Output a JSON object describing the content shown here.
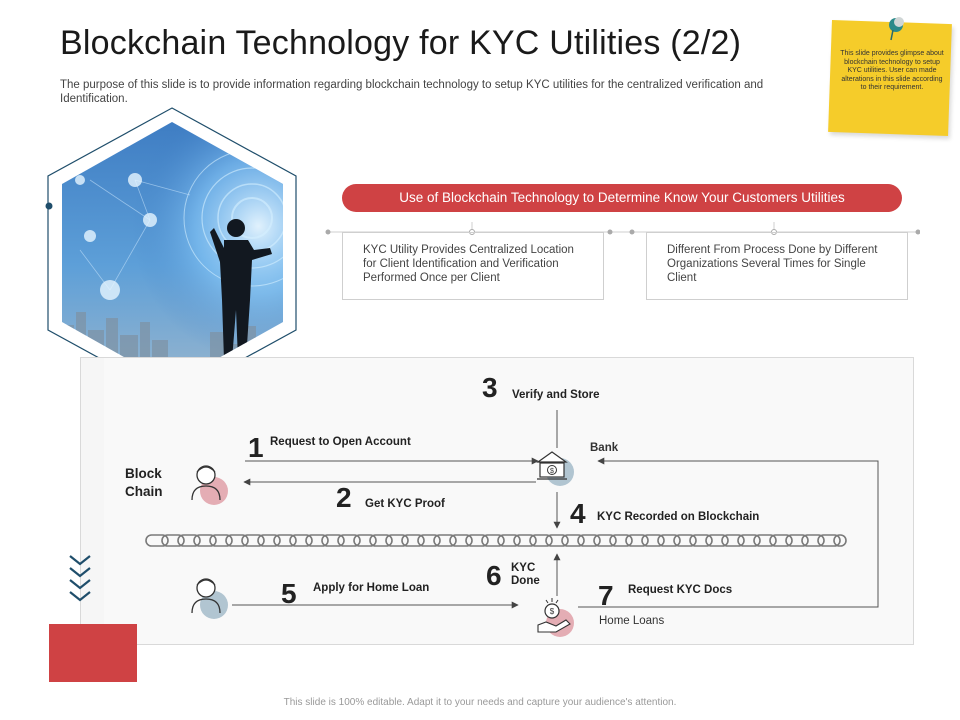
{
  "header": {
    "title": "Blockchain Technology for KYC Utilities (2/2)",
    "subtitle": "The purpose of this slide is to provide information regarding blockchain technology to setup KYC utilities for the centralized verification and Identification."
  },
  "sticky_note": {
    "text": "This slide provides glimpse about blockchain technology to setup KYC utilities. User can made alterations in this slide according to their requirement."
  },
  "banner": {
    "text": "Use of Blockchain Technology to Determine Know Your Customers Utilities"
  },
  "info_boxes": [
    {
      "text": "KYC Utility Provides Centralized Location for Client Identification and Verification Performed Once per Client"
    },
    {
      "text": "Different From Process Done by Different Organizations Several Times for Single Client"
    }
  ],
  "flow": {
    "actor_label": "Block\nChain",
    "bank_label": "Bank",
    "home_loans_label": "Home Loans",
    "steps": [
      {
        "num": "1",
        "label": "Request to Open Account"
      },
      {
        "num": "2",
        "label": "Get KYC  Proof"
      },
      {
        "num": "3",
        "label": "Verify and Store"
      },
      {
        "num": "4",
        "label": "KYC Recorded on Blockchain"
      },
      {
        "num": "5",
        "label": "Apply  for Home Loan"
      },
      {
        "num": "6",
        "label": "KYC\nDone"
      },
      {
        "num": "7",
        "label": "Request KYC Docs"
      }
    ]
  },
  "colors": {
    "accent_red": "#cf4244",
    "navy": "#1f4e6b",
    "sticky_yellow": "#f5cc2a"
  },
  "footer": {
    "text": "This slide is 100% editable. Adapt it to your needs and capture your audience's attention."
  }
}
